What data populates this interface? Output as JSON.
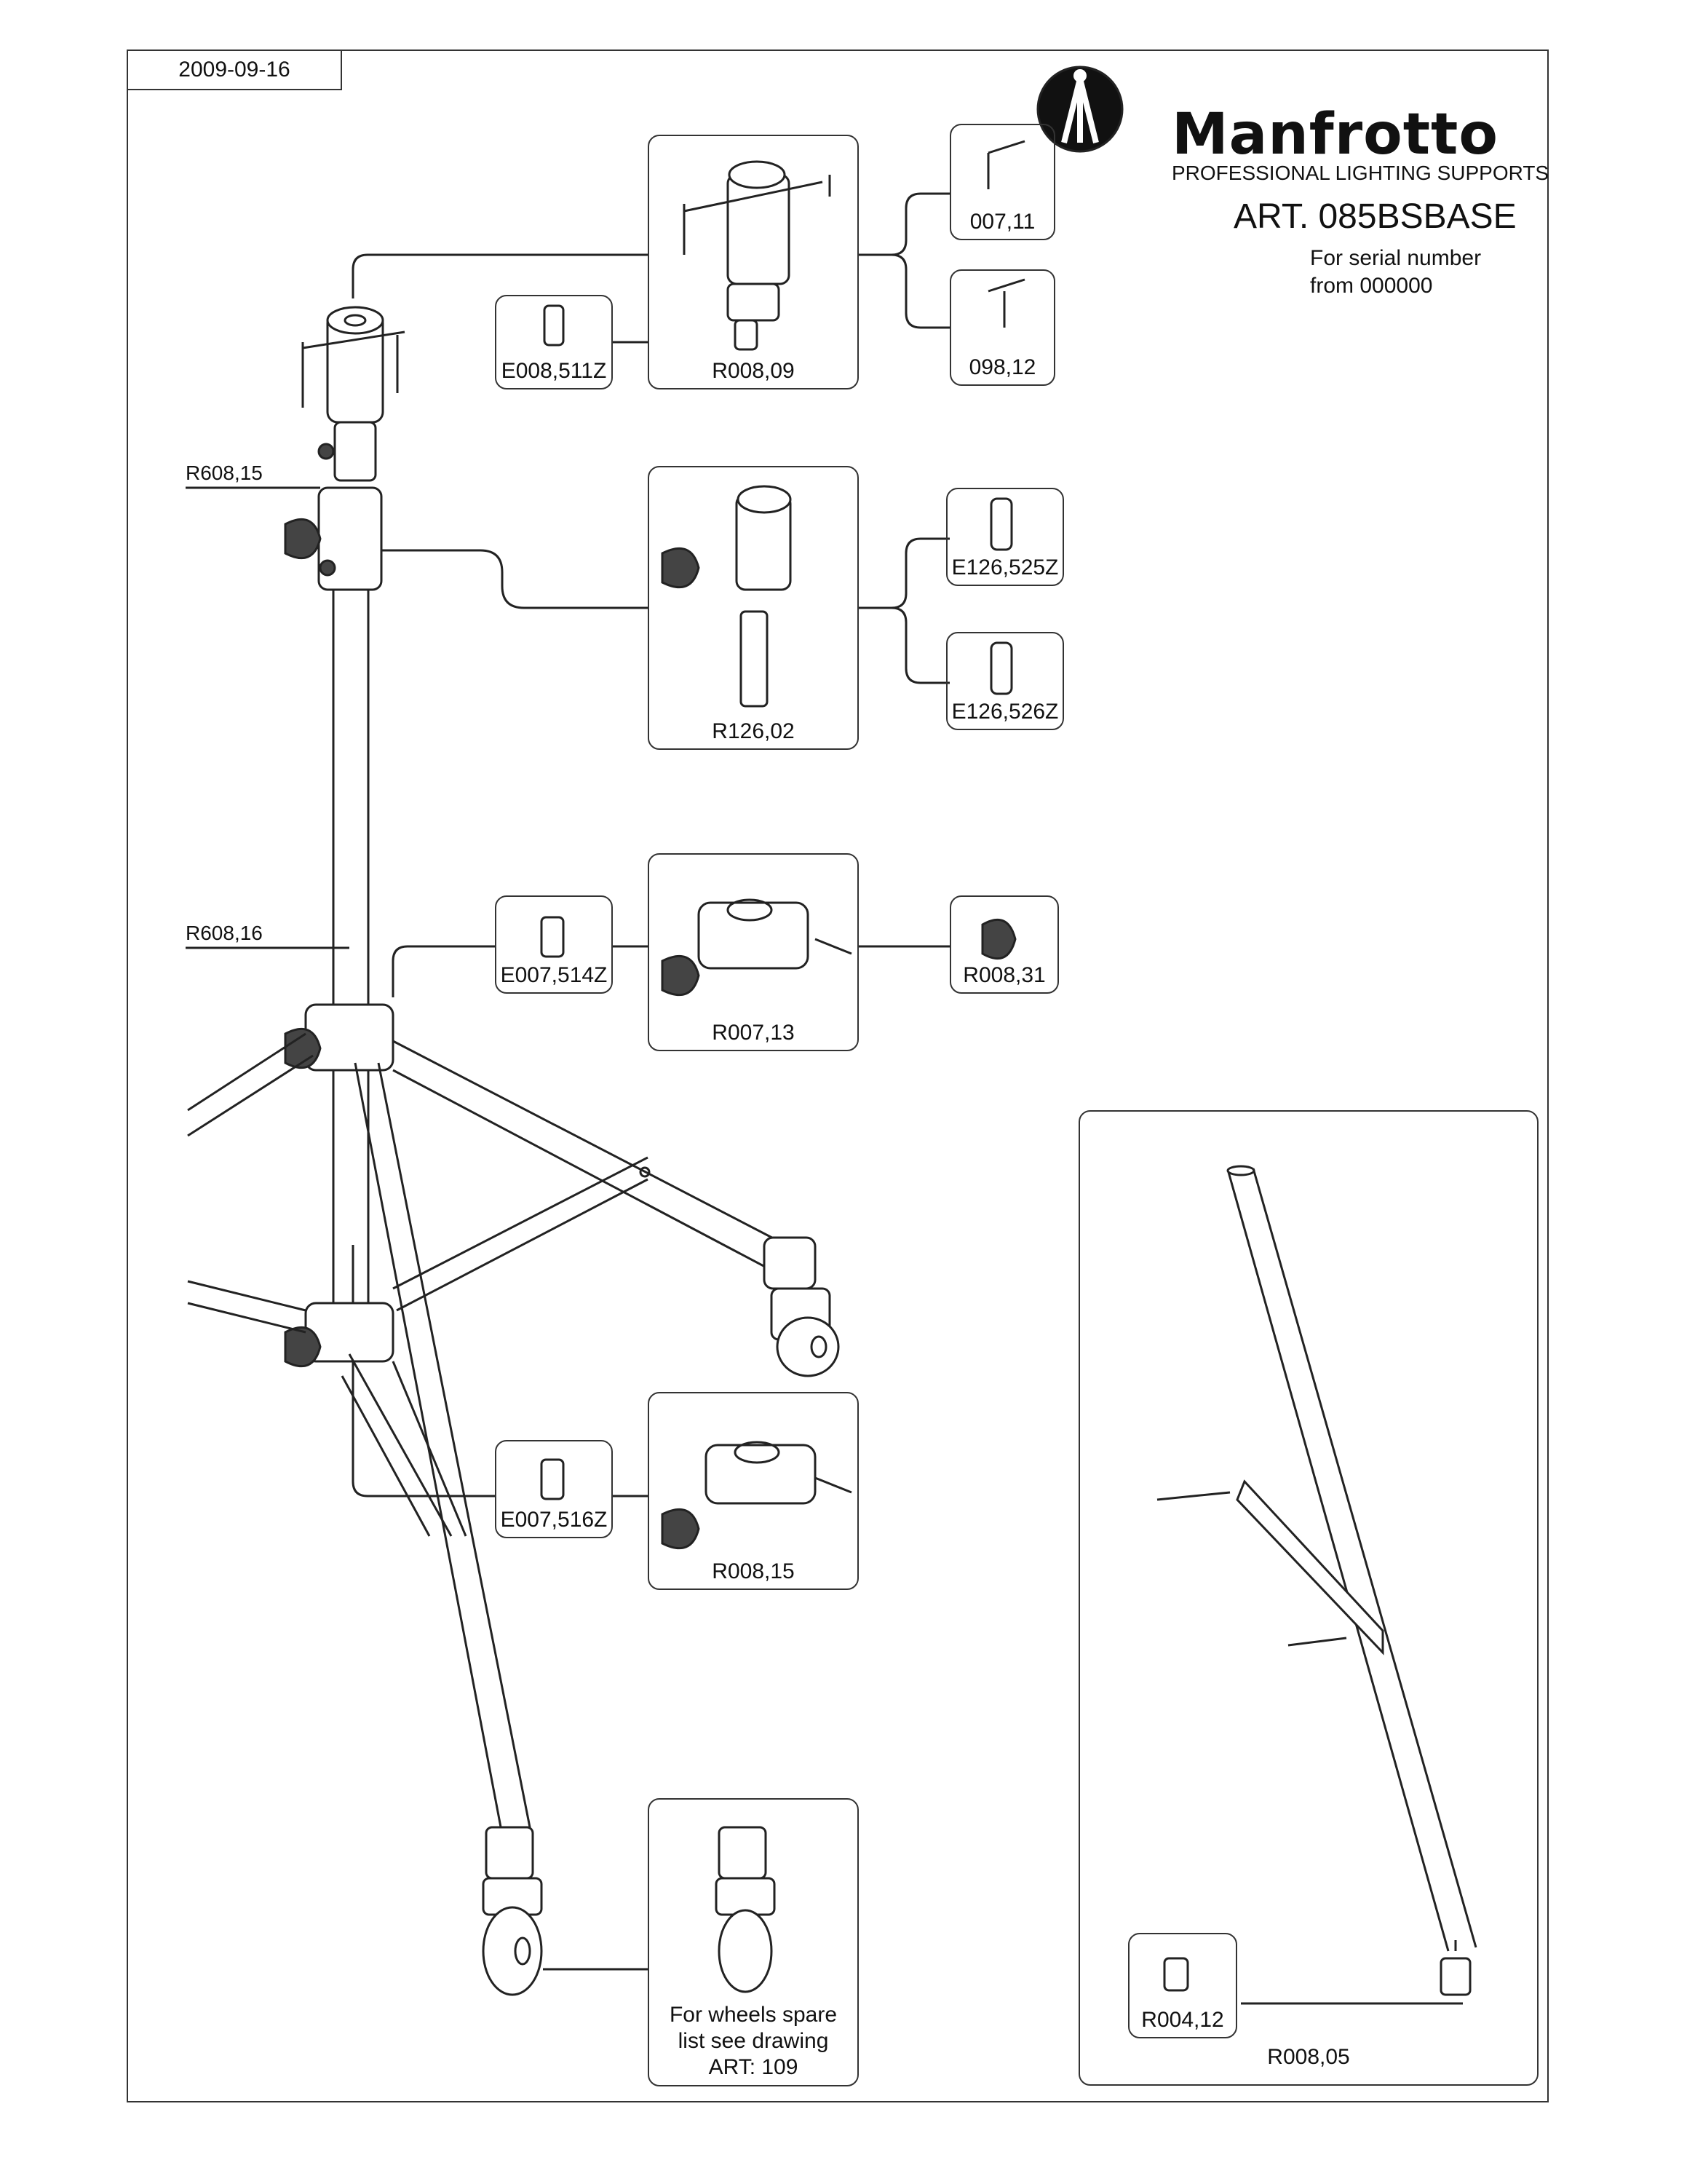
{
  "header": {
    "date": "2009-09-16",
    "brand": "Manfrotto",
    "tagline": "PROFESSIONAL LIGHTING SUPPORTS",
    "article": "ART. 085BSBASE",
    "serial_line1": "For serial number",
    "serial_line2": "from 000000"
  },
  "parts": {
    "r008_09": "R008,09",
    "e008_511z": "E008,511Z",
    "p007_11": "007,11",
    "p098_12": "098,12",
    "r126_02": "R126,02",
    "e126_525z": "E126,525Z",
    "e126_526z": "E126,526Z",
    "r007_13": "R007,13",
    "e007_514z": "E007,514Z",
    "r008_31": "R008,31",
    "r008_15": "R008,15",
    "e007_516z": "E007,516Z",
    "r004_12": "R004,12",
    "r008_05": "R008,05"
  },
  "leaders": {
    "r608_15": "R608,15",
    "r608_16": "R608,16"
  },
  "wheels_note": {
    "line1": "For wheels spare",
    "line2": "list see drawing",
    "line3": "ART: 109"
  },
  "colors": {
    "line": "#222222",
    "fill": "#ffffff",
    "shade": "#444444"
  }
}
